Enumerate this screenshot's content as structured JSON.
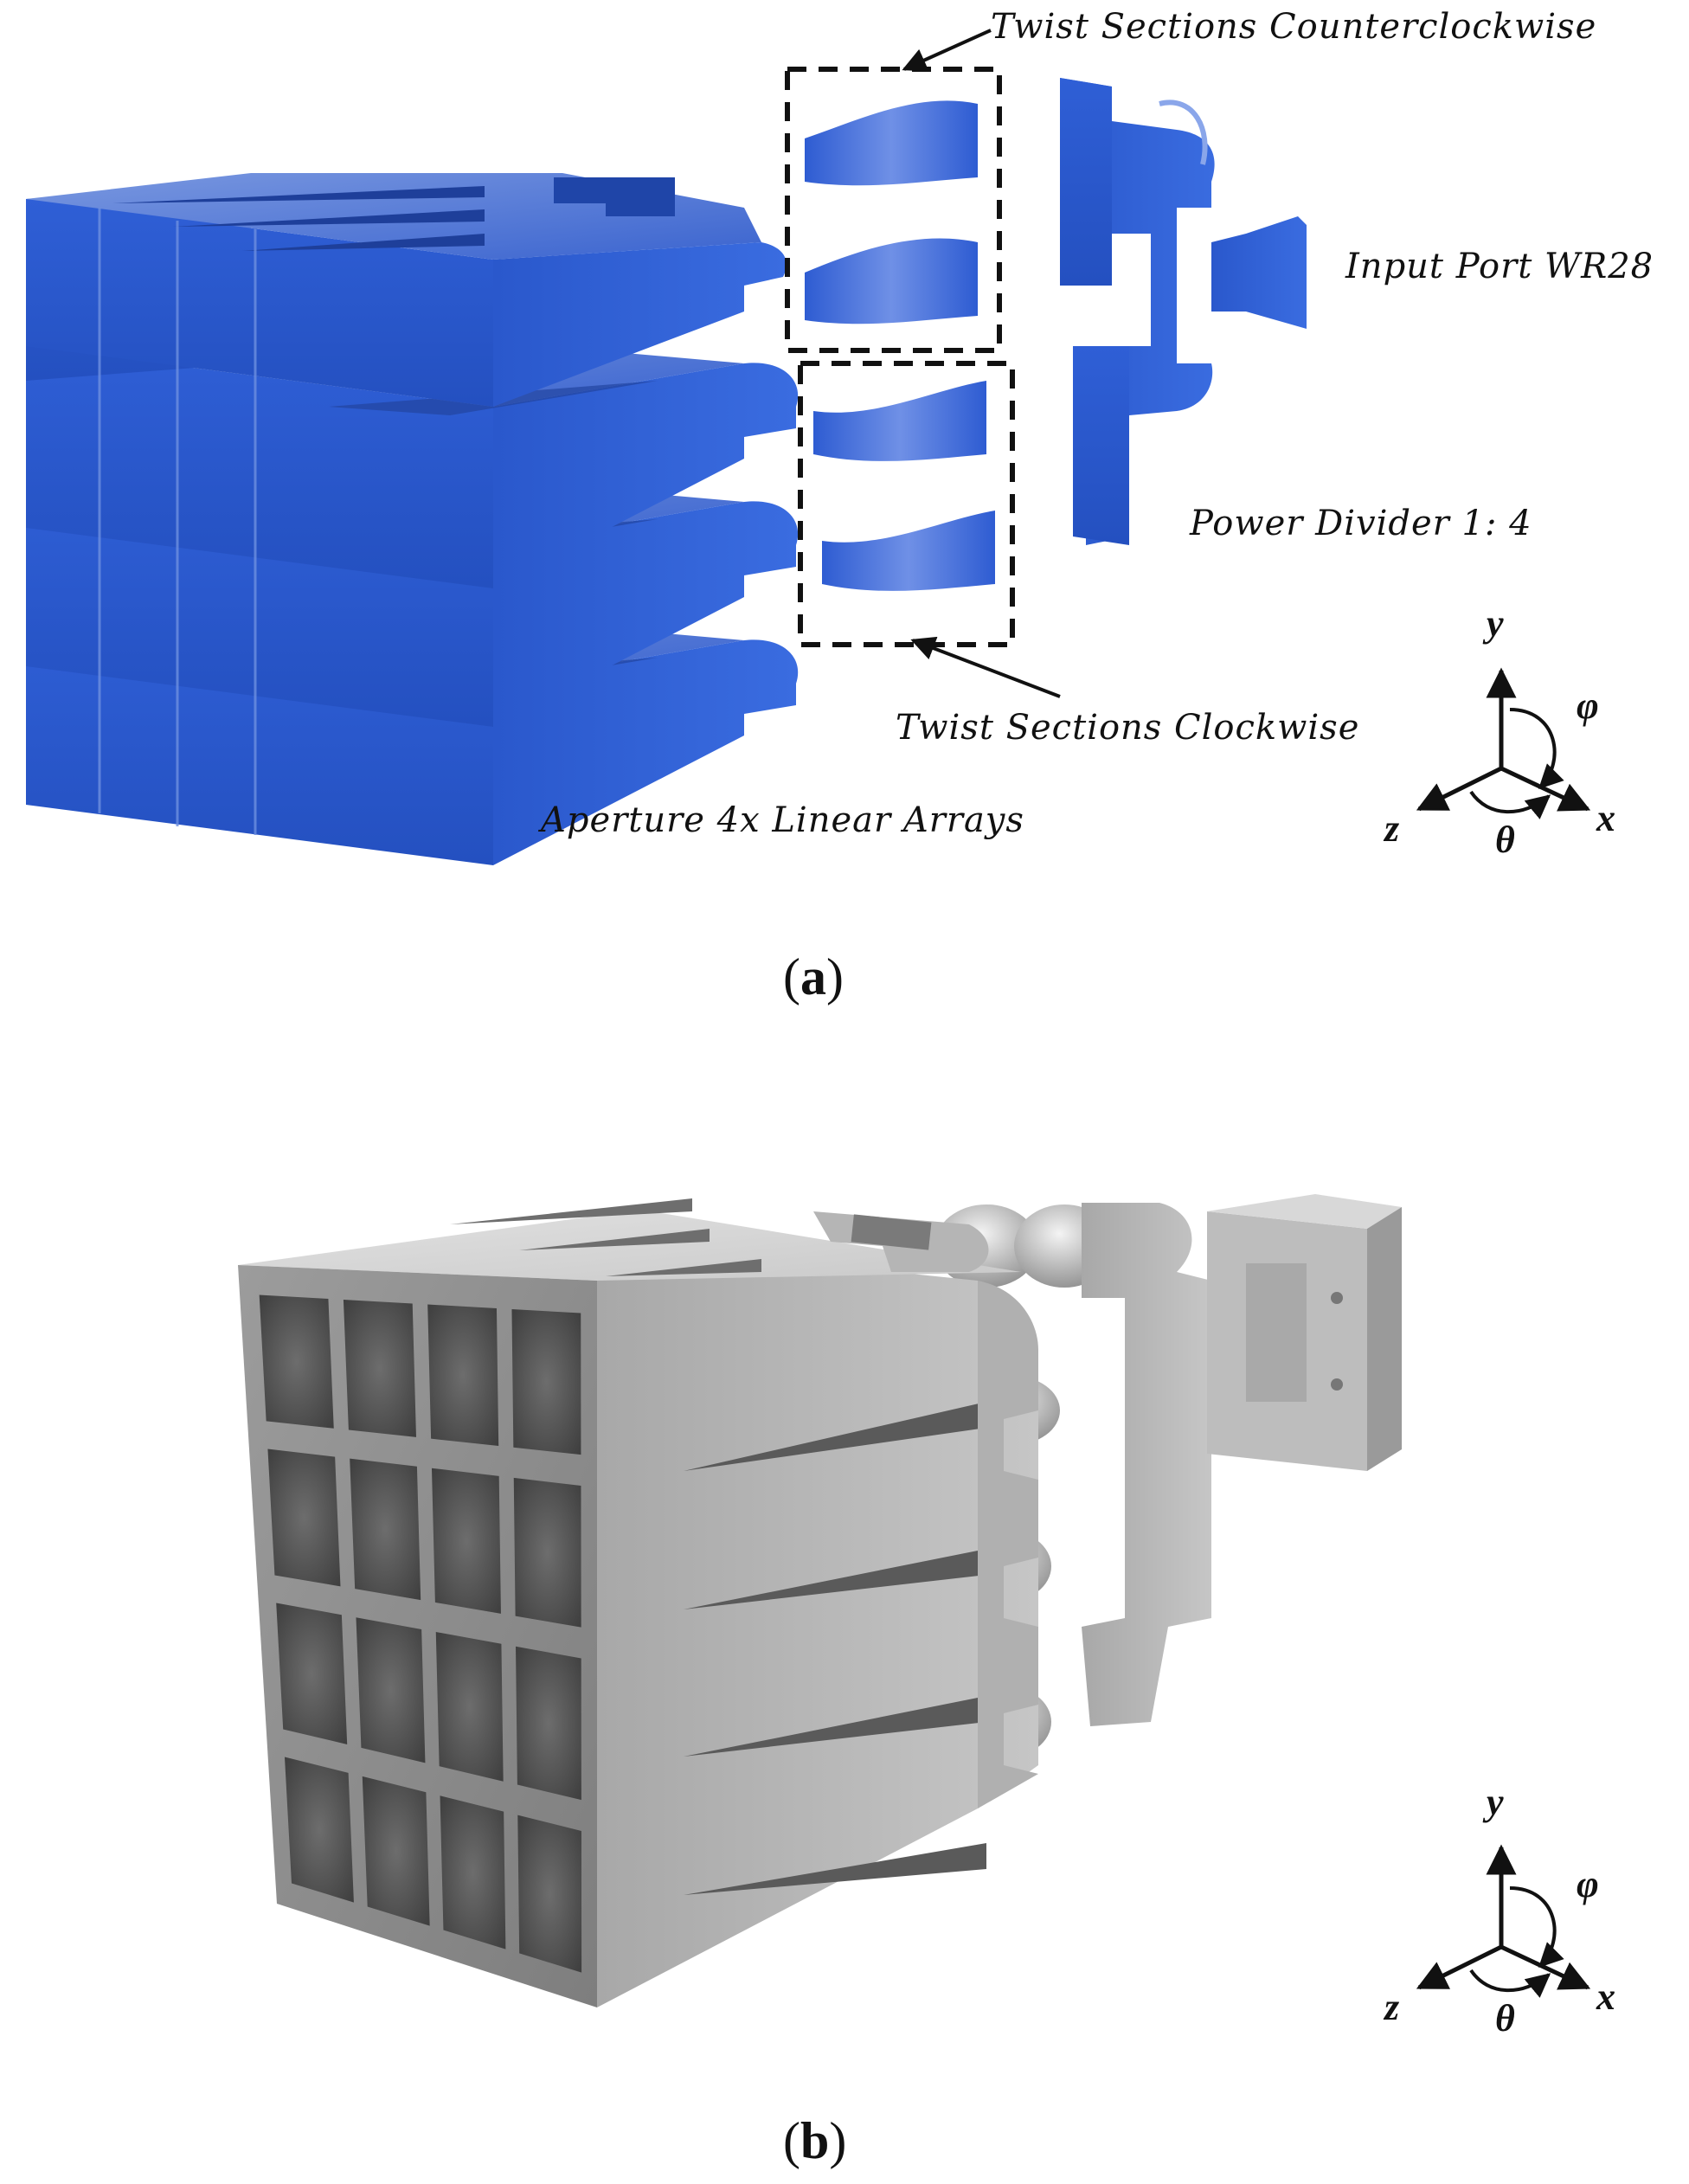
{
  "labels": {
    "twist_ccw": "Twist Sections Counterclockwise",
    "input_port": "Input Port WR28",
    "power_divider": "Power Divider 1: 4",
    "twist_cw": "Twist Sections Clockwise",
    "aperture": "Aperture 4x Linear Arrays"
  },
  "captions": {
    "a": "a",
    "b": "b"
  },
  "axes": {
    "y": "y",
    "x": "x",
    "z": "z",
    "phi": "φ",
    "theta": "θ"
  },
  "aperture_grid": {
    "rows": 4,
    "cols": 4
  },
  "colors": {
    "model_blue": "#2f5fd6",
    "model_grey": "#a8a8a8",
    "background": "#ffffff",
    "ink": "#111111"
  }
}
